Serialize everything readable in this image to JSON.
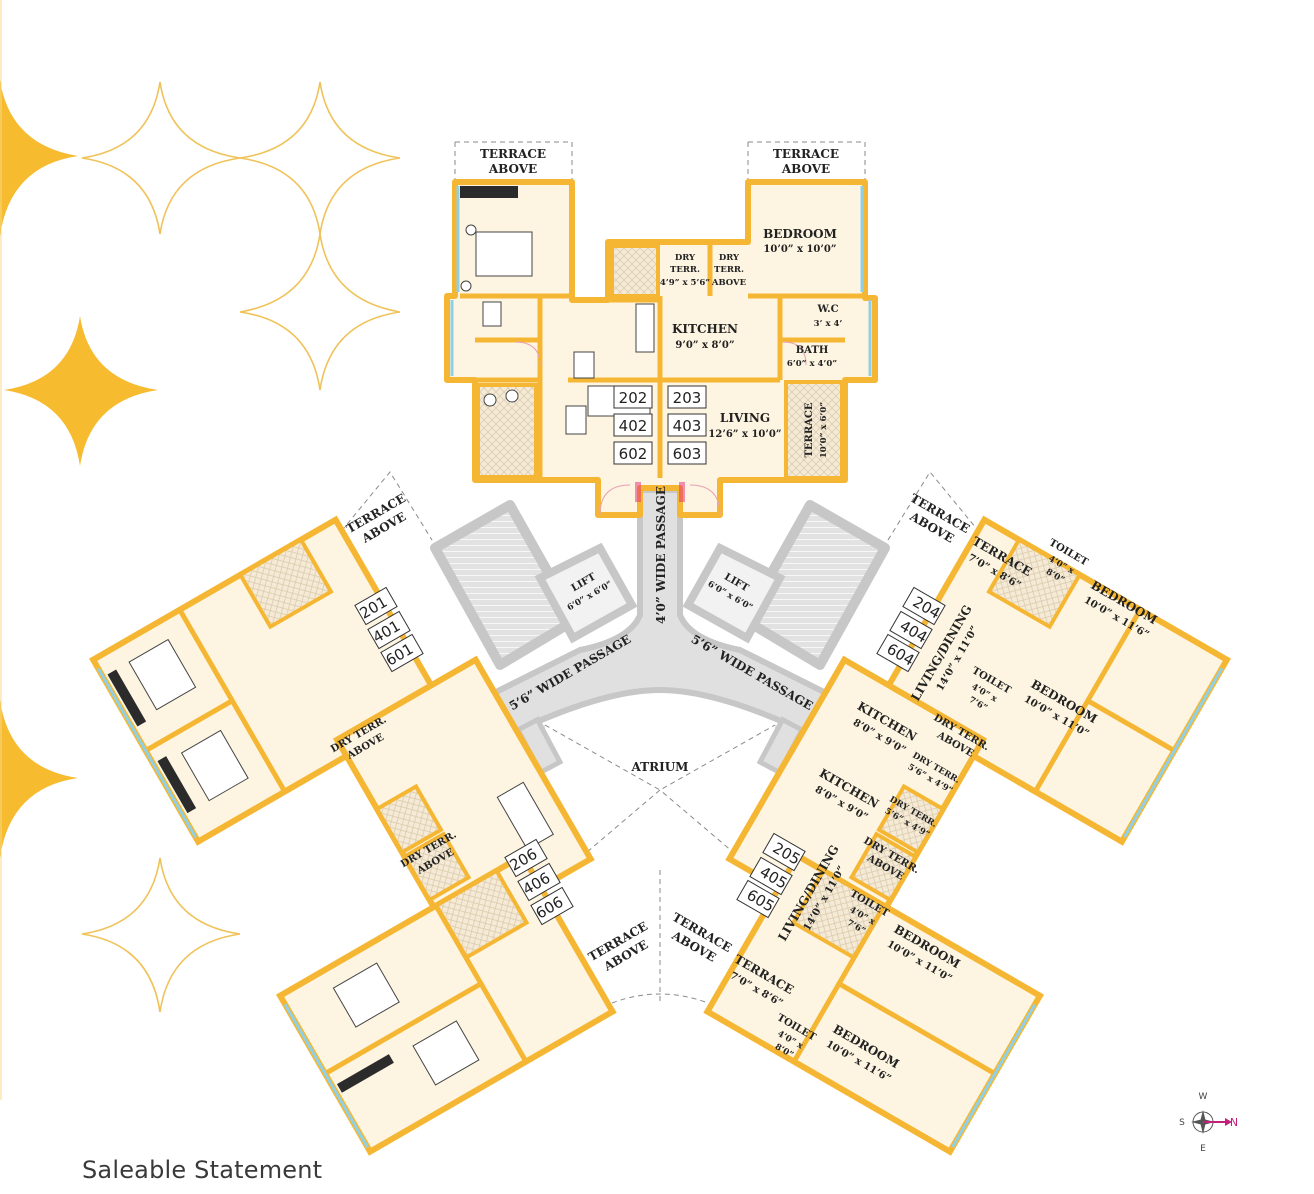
{
  "caption": "Saleable Statement",
  "colors": {
    "wall": "#f5b733",
    "floor": "#fdf5e1",
    "passage": "#dcdcdc",
    "star": "#f7bb2f",
    "window": "#8fd0e6",
    "accent": "#e6287a"
  },
  "top_wing": {
    "terrace_above_left": [
      "TERRACE",
      "ABOVE"
    ],
    "terrace_above_right": [
      "TERRACE",
      "ABOVE"
    ],
    "bedroom": [
      "BEDROOM",
      "10’0” x 10’0”"
    ],
    "dry_terr": [
      "DRY",
      "TERR.",
      "4’9” x 5’6”"
    ],
    "dry_terr_above": [
      "DRY",
      "TERR.",
      "ABOVE"
    ],
    "kitchen": [
      "KITCHEN",
      "9’0” x 8’0”"
    ],
    "wc": [
      "W.C",
      "3’ x 4’"
    ],
    "bath": [
      "BATH",
      "6’0” x 4’0”"
    ],
    "living": [
      "LIVING",
      "12’6” x 10’0”"
    ],
    "terrace": [
      "TERRACE",
      "10’0” x 6’0”"
    ],
    "units_left": [
      "202",
      "402",
      "602"
    ],
    "units_right": [
      "203",
      "403",
      "603"
    ]
  },
  "left_wing": {
    "terrace_above_1": [
      "TERRACE",
      "ABOVE"
    ],
    "terrace_above_2": [
      "TERRACE",
      "ABOVE"
    ],
    "dry_terr_above_1": [
      "DRY TERR.",
      "ABOVE"
    ],
    "dry_terr_above_2": [
      "DRY TERR.",
      "ABOVE"
    ],
    "units_a": [
      "201",
      "401",
      "601"
    ],
    "units_b": [
      "206",
      "406",
      "606"
    ]
  },
  "right_wing": {
    "terrace_above_1": [
      "TERRACE",
      "ABOVE"
    ],
    "terrace_above_2": [
      "TERRACE",
      "ABOVE"
    ],
    "terrace_1": [
      "TERRACE",
      "7’0” x 8’6”"
    ],
    "terrace_2": [
      "TERRACE",
      "7’0” x 8’6”"
    ],
    "toilet_1": [
      "TOILET",
      "4’0” x",
      "8’0”"
    ],
    "toilet_2": [
      "TOILET",
      "4’0” x",
      "7’6”"
    ],
    "toilet_3": [
      "TOILET",
      "4’0” x",
      "7’6”"
    ],
    "toilet_4": [
      "TOILET",
      "4’0” x",
      "8’0”"
    ],
    "bedroom_1": [
      "BEDROOM",
      "10’0” x 11’6”"
    ],
    "bedroom_2": [
      "BEDROOM",
      "10’0” x 11’0”"
    ],
    "bedroom_3": [
      "BEDROOM",
      "10’0” x 11’0”"
    ],
    "bedroom_4": [
      "BEDROOM",
      "10’0” x 11’6”"
    ],
    "living_1": [
      "LIVING/DINING",
      "14’0” x 11’0”"
    ],
    "living_2": [
      "LIVING/DINING",
      "14’0” x 11’0”"
    ],
    "kitchen_1": [
      "KITCHEN",
      "8’0” x 9’0”"
    ],
    "kitchen_2": [
      "KITCHEN",
      "8’0” x 9’0”"
    ],
    "dry_terr_above_1": [
      "DRY TERR.",
      "ABOVE"
    ],
    "dry_terr_above_2": [
      "DRY TERR.",
      "ABOVE"
    ],
    "dry_terr_1": [
      "DRY TERR.",
      "5’6” x 4’9”"
    ],
    "dry_terr_2": [
      "DRY TERR.",
      "5’6” x 4’9”"
    ],
    "units_a": [
      "204",
      "404",
      "604"
    ],
    "units_b": [
      "205",
      "405",
      "605"
    ]
  },
  "core": {
    "lift_left": [
      "LIFT",
      "6’0” x 6’0”"
    ],
    "lift_right": [
      "LIFT",
      "6’0” x 6’0”"
    ],
    "passage_center": "4’0” WIDE PASSAGE",
    "passage_left": "5’6” WIDE PASSAGE",
    "passage_right": "5’6” WIDE PASSAGE",
    "atrium": "ATRIUM"
  },
  "compass": {
    "n": "N",
    "s": "S",
    "e": "E",
    "w": "W"
  }
}
